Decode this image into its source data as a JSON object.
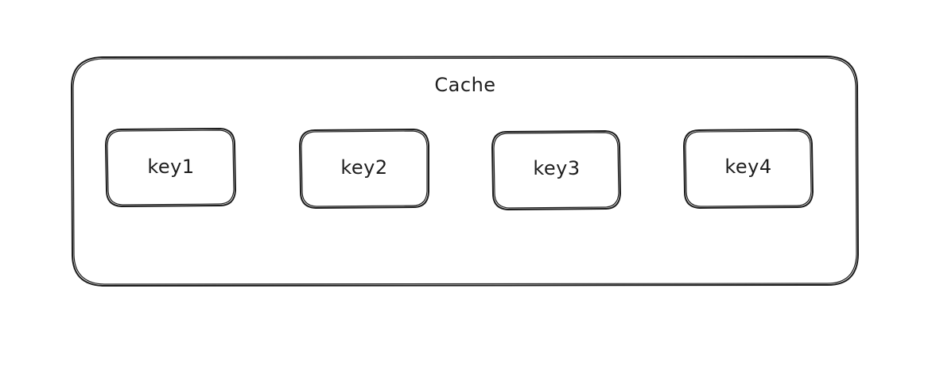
{
  "diagram": {
    "container": {
      "label": "Cache"
    },
    "keys": [
      {
        "label": "key1"
      },
      {
        "label": "key2"
      },
      {
        "label": "key3"
      },
      {
        "label": "key4"
      }
    ],
    "colors": {
      "stroke": "#1e1e1e",
      "background": "#ffffff"
    }
  }
}
